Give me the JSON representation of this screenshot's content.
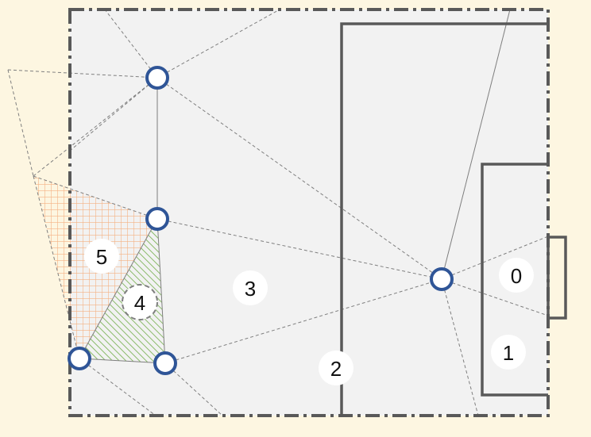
{
  "colors": {
    "background": "#fdf6e1",
    "pitch": "#f2f2f2",
    "pitch_lines": "#595959",
    "node_stroke": "#2f5597",
    "node_fill": "#ffffff",
    "hatch_orange": "#f4b183",
    "hatch_green": "#70ad47",
    "label_disc": "#ffffff",
    "connection_lines": "#7f7f7f"
  },
  "zone_labels": [
    {
      "id": "0",
      "text": "0"
    },
    {
      "id": "1",
      "text": "1"
    },
    {
      "id": "2",
      "text": "2"
    },
    {
      "id": "3",
      "text": "3"
    },
    {
      "id": "4",
      "text": "4"
    },
    {
      "id": "5",
      "text": "5"
    }
  ],
  "nodes": [
    "node-top",
    "node-mid-left",
    "node-bottom-left",
    "node-bottom",
    "node-right"
  ]
}
